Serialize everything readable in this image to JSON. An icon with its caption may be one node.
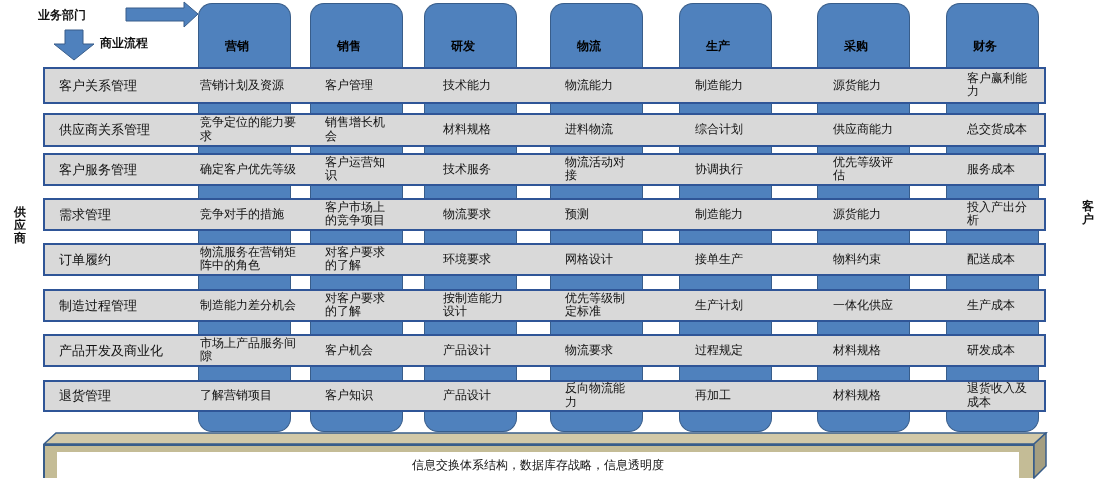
{
  "diagram": {
    "nodes": [
      {
        "text": [
          "营销"
        ]
      },
      {
        "text": [
          "销售"
        ]
      },
      {
        "text": [
          "研发"
        ]
      },
      {
        "text": [
          "物流"
        ]
      },
      {
        "text": [
          "生产"
        ]
      },
      {
        "text": [
          "采购"
        ]
      },
      {
        "text": [
          "财务"
        ]
      },
      {
        "text": [
          "客户关系管理",
          "营销计划及资源",
          "客户管理",
          "技术能力",
          "物流能力",
          "制造能力",
          "源货能力",
          "客户赢利能力"
        ]
      },
      {
        "text": [
          "供应商关系管理",
          "竞争定位的能力要求",
          "销售增长机会",
          "材料规格",
          "进料物流",
          "综合计划",
          "供应商能力",
          "总交货成本"
        ]
      },
      {
        "text": [
          "客户服务管理",
          "确定客户优先等级",
          "客户运营知识",
          "技术服务",
          "物流活动对接",
          "协调执行",
          "优先等级评估",
          "服务成本"
        ]
      },
      {
        "text": [
          "需求管理",
          "竞争对手的措施",
          "客户市场上的竞争项目",
          "物流要求",
          "预测",
          "制造能力",
          "源货能力",
          "投入产出分析"
        ]
      },
      {
        "text": [
          "订单履约",
          "物流服务在营销矩阵中的角色",
          "对客户要求的了解",
          "环境要求",
          "网格设计",
          "接单生产",
          "物料约束",
          "配送成本"
        ]
      },
      {
        "text": [
          "制造过程管理",
          "制造能力差分机会",
          "对客户要求的了解",
          "按制造能力设计",
          "优先等级制定标准",
          "生产计划",
          "一体化供应",
          "生产成本"
        ]
      },
      {
        "text": [
          "产品开发及商业化",
          "市场上产品服务间隙",
          "客户机会",
          "产品设计",
          "物流要求",
          "过程规定",
          "材料规格",
          "研发成本"
        ]
      },
      {
        "text": [
          "退货管理",
          "了解营销项目",
          "客户知识",
          "产品设计",
          "反向物流能力",
          "再加工",
          "材料规格",
          "退货收入及成本"
        ]
      },
      {
        "text": [
          "信息交换体系结构，数据库存战略，信息透明度"
        ]
      }
    ],
    "labels": [
      "业务部门",
      "商业流程",
      "供应商",
      "客户"
    ]
  }
}
